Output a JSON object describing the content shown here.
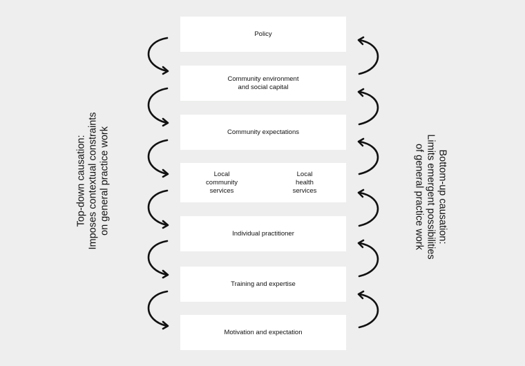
{
  "levels": [
    {
      "label": "Policy"
    },
    {
      "label": "Community environment\nand social capital"
    },
    {
      "label": "Community expectations"
    },
    {
      "label_left": "Local\ncommunity\nservices",
      "label_right": "Local\nhealth\nservices"
    },
    {
      "label": "Individual practitioner"
    },
    {
      "label": "Training and expertise"
    },
    {
      "label": "Motivation and expectation"
    }
  ],
  "left_side": {
    "title": "Top-down causation:",
    "line2": "Imposes contextual constraints",
    "line3": "on general practice work"
  },
  "right_side": {
    "title": "Bottom-up causation:",
    "line2": "Limits emergent possibilities",
    "line3": "of general practice work"
  },
  "arrow_count_each_side": 6
}
